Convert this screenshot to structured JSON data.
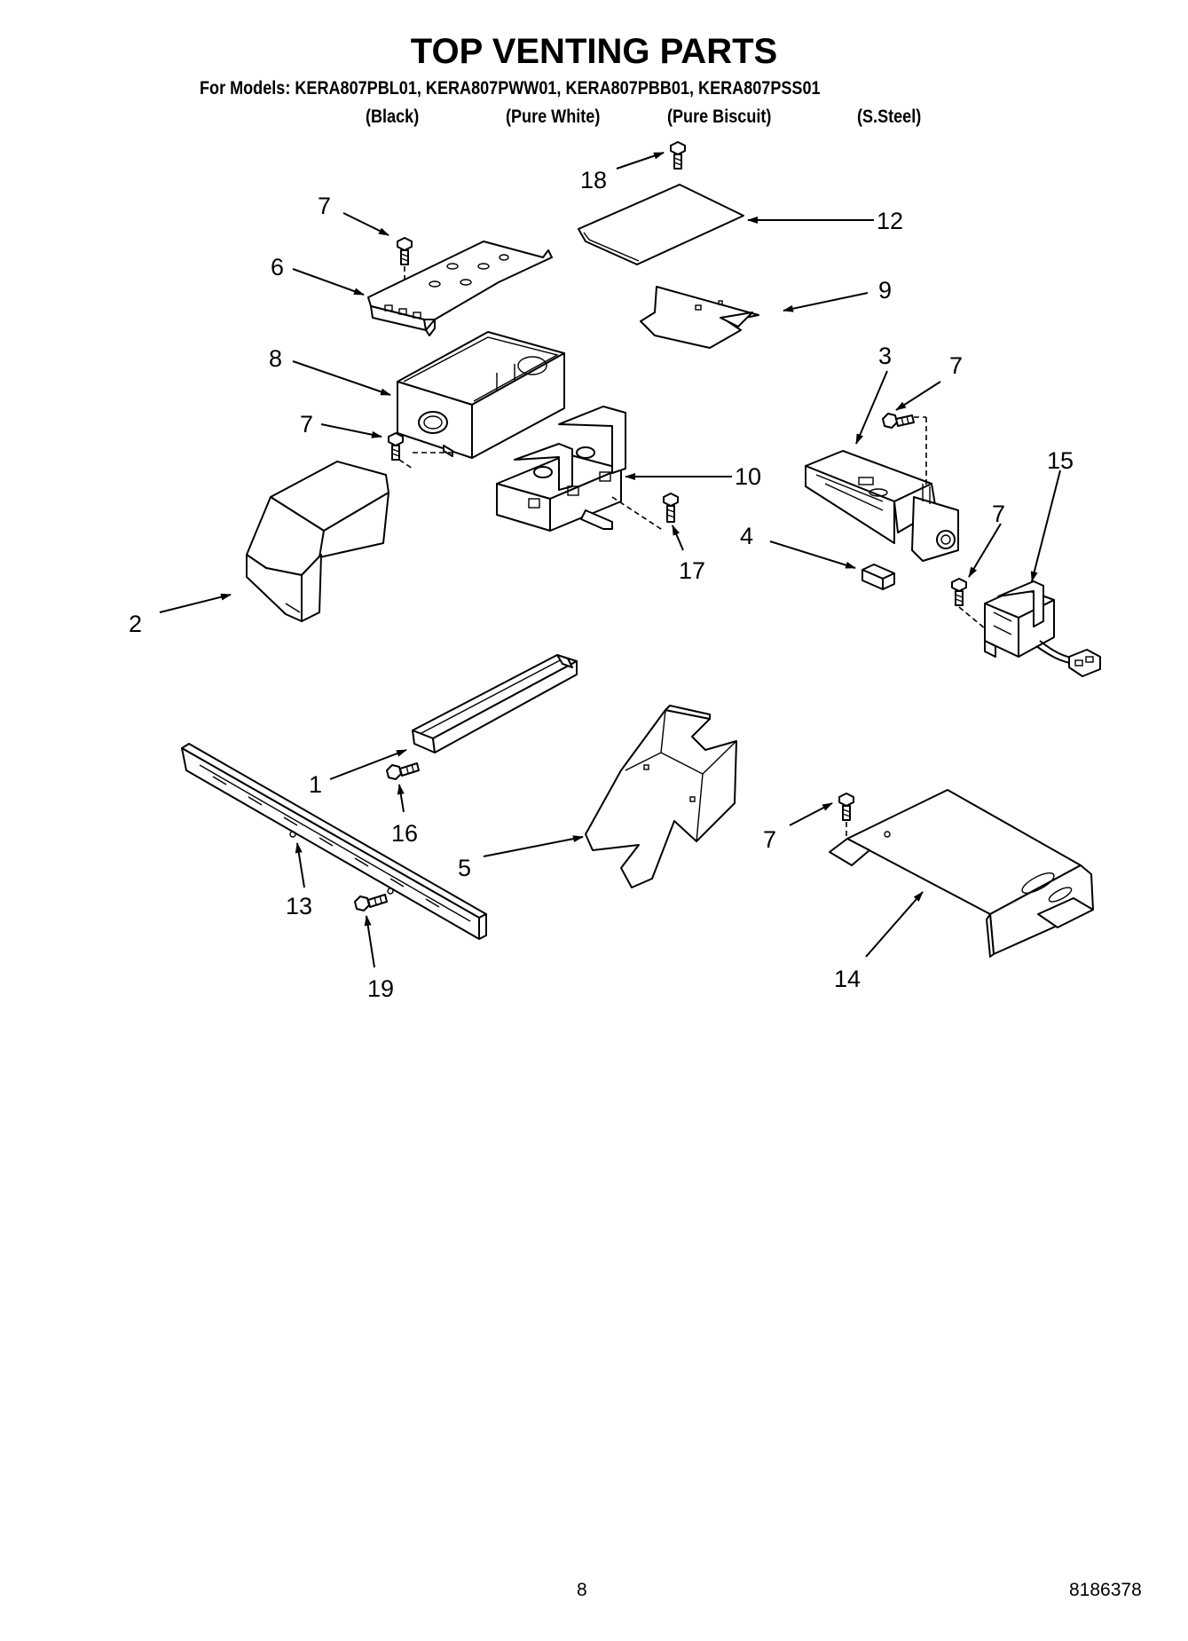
{
  "title": "TOP VENTING PARTS",
  "models_line": "For Models: KERA807PBL01, KERA807PWW01, KERA807PBB01, KERA807PSS01",
  "colors": [
    "(Black)",
    "(Pure White)",
    "(Pure Biscuit)",
    "(S.Steel)"
  ],
  "callouts": {
    "c18": "18",
    "c12": "12",
    "c7a": "7",
    "c6": "6",
    "c9": "9",
    "c8": "8",
    "c3": "3",
    "c7b": "7",
    "c7c": "7",
    "c15": "15",
    "c10": "10",
    "c7d": "7",
    "c4": "4",
    "c17": "17",
    "c2": "2",
    "c1": "1",
    "c16": "16",
    "c5": "5",
    "c7e": "7",
    "c13": "13",
    "c19": "19",
    "c14": "14"
  },
  "page_number": "8",
  "document_number": "8186378"
}
